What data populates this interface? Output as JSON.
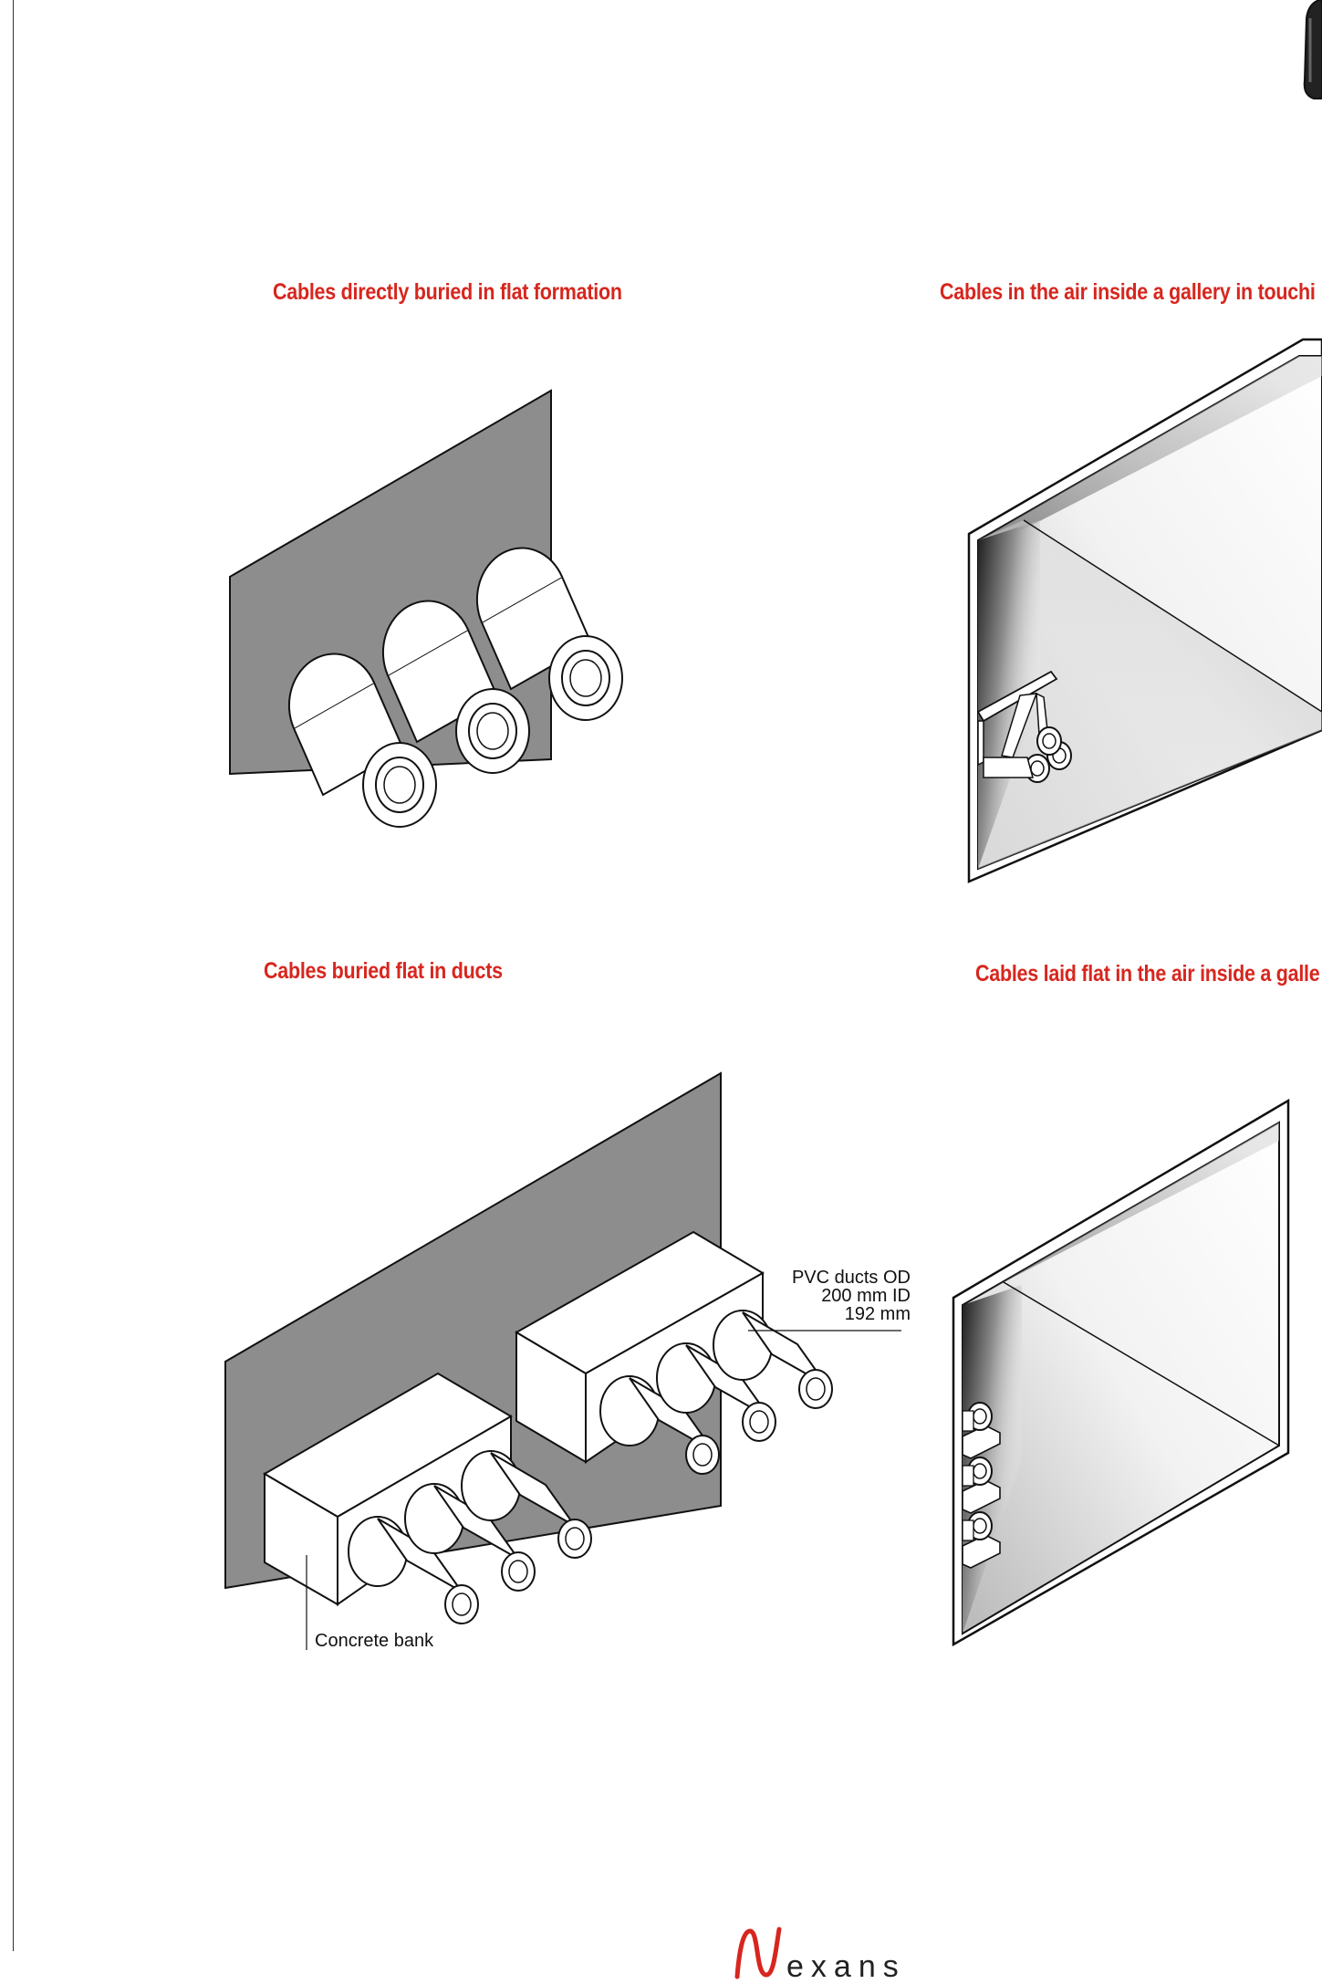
{
  "panels": {
    "p1": {
      "title": "Cables directly buried in flat formation"
    },
    "p2": {
      "title": "Cables in the air inside a gallery in touchi"
    },
    "p3": {
      "title": "Cables buried flat in ducts",
      "pvc_label_1": "PVC ducts OD",
      "pvc_label_2": "200 mm ID",
      "pvc_label_3": "192 mm",
      "concrete_label": "Concrete bank"
    },
    "p4": {
      "title": "Cables laid flat in the air inside a galle"
    }
  },
  "logo": {
    "text": "exans",
    "accent_color": "#d7261e"
  },
  "colors": {
    "title": "#d7261e",
    "soil": "#8e8d8e",
    "line": "#111111"
  },
  "icons": [
    "nexans-n-icon"
  ]
}
